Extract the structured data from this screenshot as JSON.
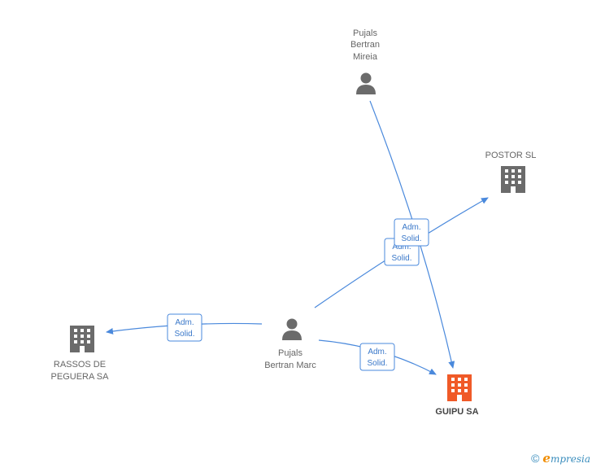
{
  "colors": {
    "edge": "#4a89dc",
    "person": "#6b6b6b",
    "company": "#6b6b6b",
    "main_company": "#f05a28"
  },
  "nodes": {
    "mireia": {
      "label": [
        "Pujals",
        "Bertran",
        "Mireia"
      ],
      "kind": "person",
      "icon": "person-icon"
    },
    "marc": {
      "label": [
        "Pujals",
        "Bertran Marc"
      ],
      "kind": "person",
      "icon": "person-icon"
    },
    "postor": {
      "label": [
        "POSTOR SL"
      ],
      "kind": "company",
      "icon": "building-icon"
    },
    "rassos": {
      "label": [
        "RASSOS DE",
        "PEGUERA SA"
      ],
      "kind": "company",
      "icon": "building-icon"
    },
    "guipu": {
      "label": [
        "GUIPU SA"
      ],
      "kind": "main_company",
      "icon": "building-icon"
    }
  },
  "relations": [
    {
      "label": [
        "Adm.",
        "Solid."
      ]
    },
    {
      "label": [
        "Adm.",
        "Solid."
      ]
    },
    {
      "label": [
        "Adm.",
        "Solid."
      ]
    },
    {
      "label": [
        "Adm.",
        "Solid."
      ]
    }
  ],
  "footer": {
    "copyright": "©",
    "brand_initial": "e",
    "brand_rest": "mpresia"
  }
}
